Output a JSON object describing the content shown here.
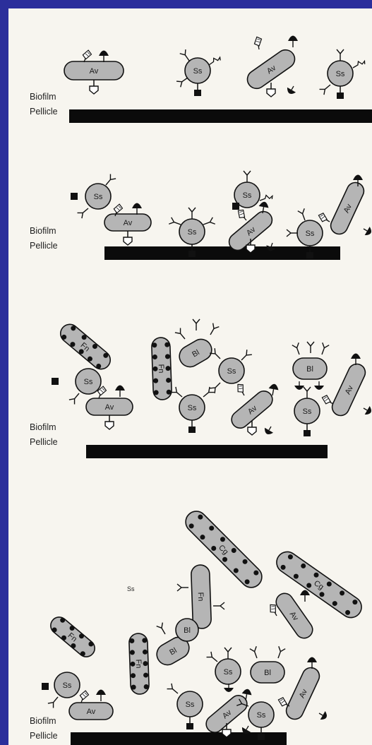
{
  "panels": [
    {
      "biofilm": "Biofilm",
      "pellicle": "Pellicle"
    },
    {
      "biofilm": "Biofilm",
      "pellicle": "Pellicle"
    },
    {
      "biofilm": "Biofilm",
      "pellicle": "Pellicle"
    },
    {
      "biofilm": "Biofilm",
      "pellicle": "Pellicle"
    }
  ],
  "stray_label": "Ss",
  "organisms": {
    "p1": [
      "Av",
      "Ss",
      "Av",
      "Ss"
    ],
    "p2": [
      "Ss",
      "Av",
      "Ss",
      "Ss",
      "Av",
      "Ss",
      "Av"
    ],
    "p3": [
      "Fn",
      "Ss",
      "Av",
      "Fn",
      "Bl",
      "Ss",
      "Ss",
      "Av",
      "Bl",
      "Ss",
      "Av"
    ],
    "p4": [
      "Fn",
      "Ss",
      "Av",
      "Fn",
      "Bl",
      "Ss",
      "Bl",
      "Ss",
      "Av",
      "Bl",
      "Ss",
      "Av",
      "Fn",
      "Cg",
      "Cg",
      "Av"
    ]
  },
  "colors": {
    "border": "#2b2f9b",
    "cell_fill": "#b5b5b5",
    "background": "#f7f5ef"
  }
}
